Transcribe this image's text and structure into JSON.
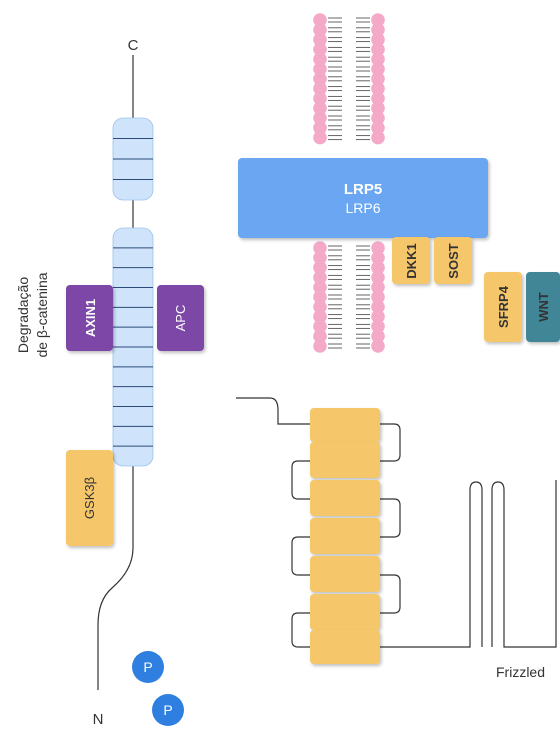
{
  "labels": {
    "c_terminus": "C",
    "n_terminus": "N",
    "degradation_line1": "Degradação",
    "degradation_line2": "de β-catenina",
    "lrp5": "LRP5",
    "lrp6": "LRP6",
    "dkk1": "DKK1",
    "sost": "SOST",
    "sfrp4": "SFRP4",
    "wnt": "WNT",
    "axin1": "AXIN1",
    "apc": "APC",
    "gsk3b": "GSK3β",
    "phospho_1": "P",
    "phospho_2": "P",
    "frizzled": "Frizzled"
  },
  "colors": {
    "lipid_head": "#f4a9c8",
    "receptor_blue": "#6aa6f2",
    "segment_blue": "#cfe4fb",
    "segment_line": "#2b4a78",
    "protein_orange": "#f6c76a",
    "protein_purple": "#7b46a6",
    "wnt_teal": "#3f8697",
    "phospho_blue": "#2f7fe0",
    "line": "#333333"
  }
}
